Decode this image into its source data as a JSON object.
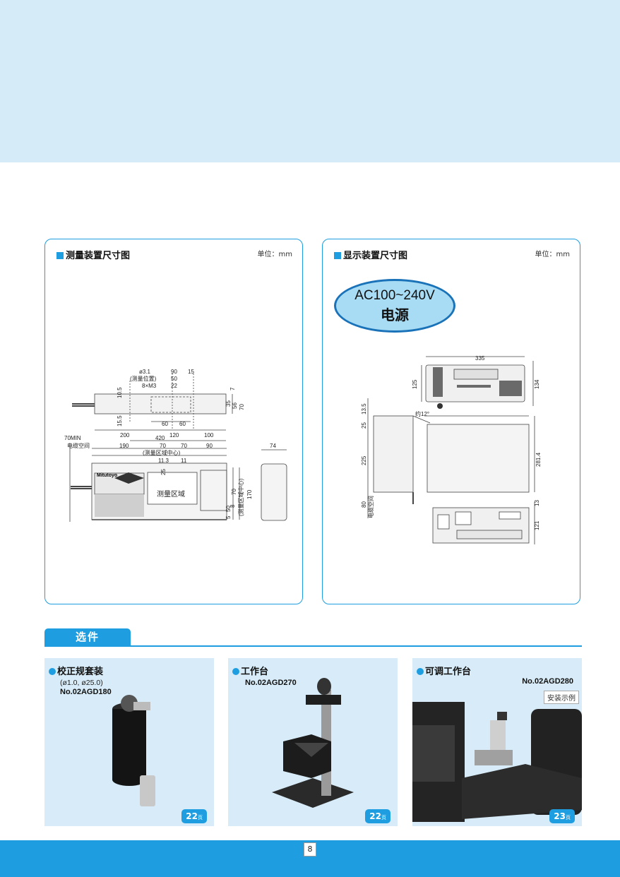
{
  "left_panel": {
    "title": "测量装置尺寸图",
    "unit": "单位：mm",
    "dims": {
      "d31": "ø3.1",
      "pos": "(测量位置)",
      "m3": "8×M3",
      "d90": "90",
      "d15": "15",
      "d50": "50",
      "d22": "22",
      "d105": "10.5",
      "d155": "15.5",
      "d7": "7",
      "d35": "35",
      "d56": "56",
      "d70": "70",
      "d60a": "60",
      "d60b": "60",
      "d200": "200",
      "d120": "120",
      "d100": "100",
      "d70min": "70MIN",
      "cable": "电缆空间",
      "d420": "420",
      "d190": "190",
      "d70b": "70",
      "d70c": "70",
      "d90b": "90",
      "center": "(测量区域中心)",
      "d113": "11.3",
      "d11": "11",
      "d25": "25",
      "area": "测量区域",
      "d70v": "70",
      "centerv": "(测量区域中心)",
      "d170": "170",
      "d5": "5",
      "d8": "8",
      "d50v": "50",
      "d74": "74",
      "brand": "Mitutoyo"
    }
  },
  "right_panel": {
    "title": "显示装置尺寸图",
    "unit": "单位：mm",
    "power_line1": "AC100~240V",
    "power_line2": "电源",
    "dims": {
      "d335": "335",
      "d125": "125",
      "d134": "134",
      "d135": "13.5",
      "d25": "25",
      "d12": "约12°",
      "d225": "225",
      "d2814": "281.4",
      "d80": "80",
      "cable": "电缆空间",
      "d13": "13",
      "d121": "121"
    }
  },
  "options": {
    "header": "选件",
    "cards": [
      {
        "title": "校正规套装",
        "sub": "(ø1.0, ø25.0)",
        "model": "No.02AGD180",
        "page": "22",
        "page_unit": "页"
      },
      {
        "title": "工作台",
        "model": "No.02AGD270",
        "page": "22",
        "page_unit": "页"
      },
      {
        "title": "可调工作台",
        "model": "No.02AGD280",
        "tag": "安装示例",
        "page": "23",
        "page_unit": "页"
      }
    ]
  },
  "footer": {
    "page_number": "8"
  },
  "colors": {
    "accent": "#1e9ee0",
    "band": "#d6ebf8",
    "card_bg": "#d7ecf8",
    "ellipse": "#a8dcf4"
  }
}
